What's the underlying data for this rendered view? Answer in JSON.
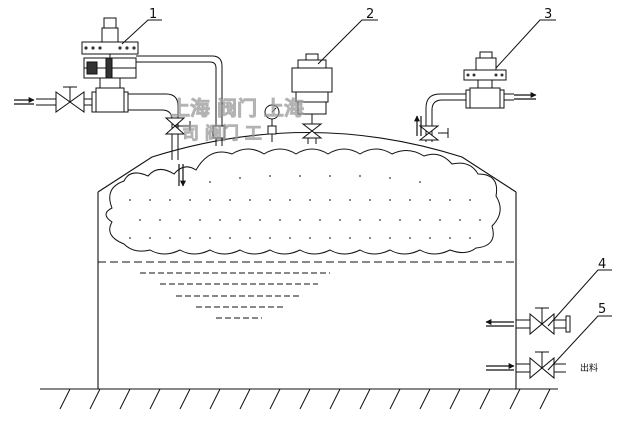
{
  "callouts": [
    "1",
    "2",
    "3",
    "4",
    "5"
  ],
  "outlet_label": "出料",
  "watermark": {
    "line1": "上海 阀门 上海",
    "line2": "司 阀门 工"
  }
}
